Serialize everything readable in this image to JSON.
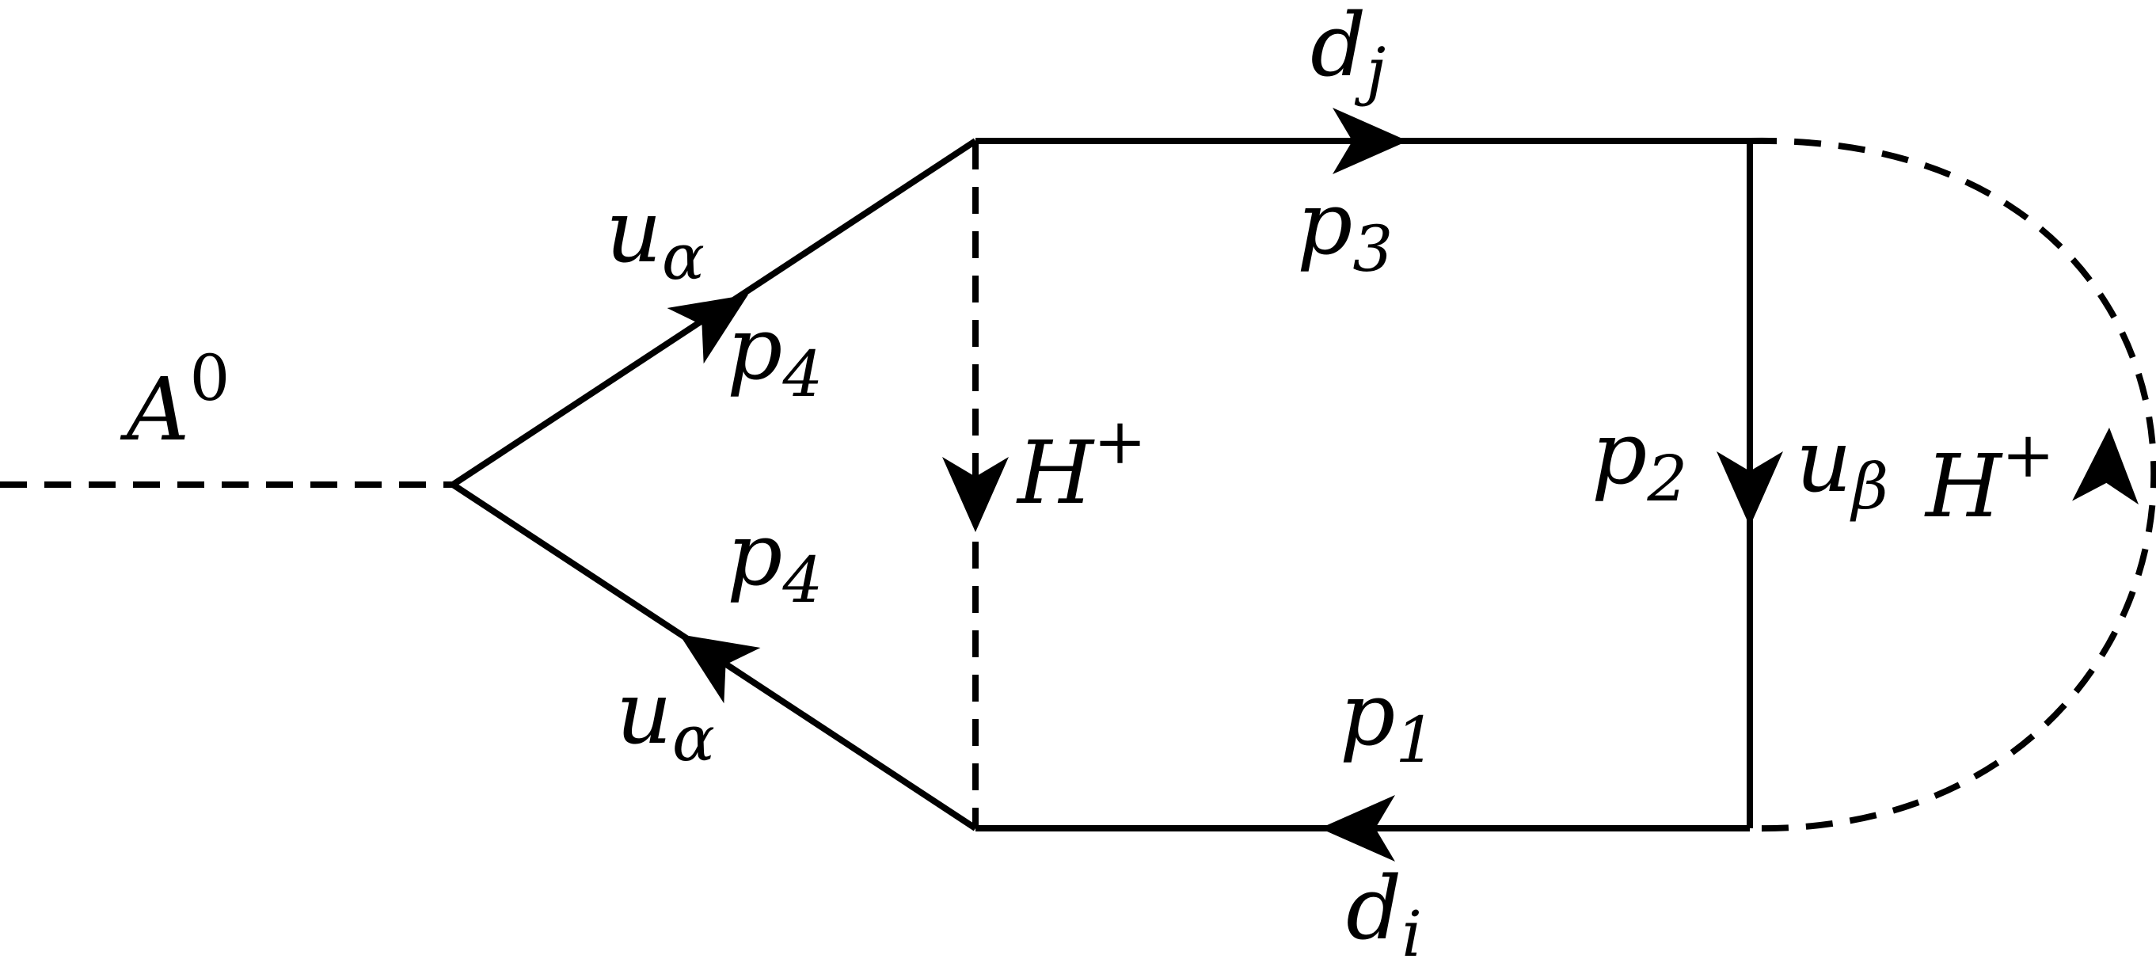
{
  "diagram": {
    "labels": {
      "a0": {
        "base": "A",
        "sup": "0"
      },
      "u_alpha_top": {
        "base": "u",
        "sub": "α"
      },
      "p4_top": {
        "base": "p",
        "sub": "4"
      },
      "p4_bottom": {
        "base": "p",
        "sub": "4"
      },
      "u_alpha_bottom": {
        "base": "u",
        "sub": "α"
      },
      "d_j": {
        "base": "d",
        "sub": "j"
      },
      "p3": {
        "base": "p",
        "sub": "3"
      },
      "h_plus_left": {
        "base": "H",
        "sup": "+"
      },
      "p2": {
        "base": "p",
        "sub": "2"
      },
      "u_beta": {
        "base": "u",
        "sub": "β"
      },
      "h_plus_right": {
        "base": "H",
        "sup": "+"
      },
      "p1": {
        "base": "p",
        "sub": "1"
      },
      "d_i": {
        "base": "d",
        "sub": "i"
      }
    }
  }
}
